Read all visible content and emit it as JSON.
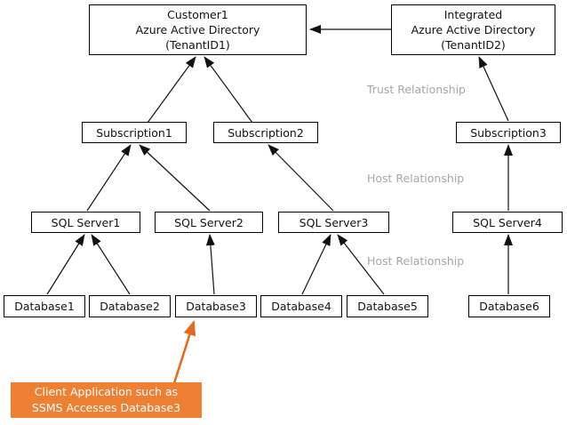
{
  "nodes": {
    "customer_aad": {
      "label": "Customer1\nAzure Active Directory\n(TenantID1)"
    },
    "integrated_aad": {
      "label": "Integrated\nAzure Active Directory\n(TenantID2)"
    },
    "subscription1": {
      "label": "Subscription1"
    },
    "subscription2": {
      "label": "Subscription2"
    },
    "subscription3": {
      "label": "Subscription3"
    },
    "sql_server1": {
      "label": "SQL Server1"
    },
    "sql_server2": {
      "label": "SQL Server2"
    },
    "sql_server3": {
      "label": "SQL Server3"
    },
    "sql_server4": {
      "label": "SQL Server4"
    },
    "database1": {
      "label": "Database1"
    },
    "database2": {
      "label": "Database2"
    },
    "database3": {
      "label": "Database3"
    },
    "database4": {
      "label": "Database4"
    },
    "database5": {
      "label": "Database5"
    },
    "database6": {
      "label": "Database6"
    },
    "client_note": {
      "label": "Client Application such as\nSSMS Accesses Database3"
    }
  },
  "relationship_labels": {
    "trust": "Trust Relationship",
    "host_upper": "Host Relationship",
    "host_lower": "Host Relationship"
  },
  "edges": [
    {
      "from": "Integrated Azure Active Directory (TenantID2)",
      "to": "Customer1 Azure Active Directory (TenantID1)",
      "type": "trust"
    },
    {
      "from": "Subscription1",
      "to": "Customer1 Azure Active Directory (TenantID1)",
      "type": "host"
    },
    {
      "from": "Subscription2",
      "to": "Customer1 Azure Active Directory (TenantID1)",
      "type": "host"
    },
    {
      "from": "Subscription3",
      "to": "Integrated Azure Active Directory (TenantID2)",
      "type": "host"
    },
    {
      "from": "SQL Server1",
      "to": "Subscription1",
      "type": "host"
    },
    {
      "from": "SQL Server2",
      "to": "Subscription1",
      "type": "host"
    },
    {
      "from": "SQL Server3",
      "to": "Subscription2",
      "type": "host"
    },
    {
      "from": "SQL Server4",
      "to": "Subscription3",
      "type": "host"
    },
    {
      "from": "Database1",
      "to": "SQL Server1",
      "type": "host"
    },
    {
      "from": "Database2",
      "to": "SQL Server1",
      "type": "host"
    },
    {
      "from": "Database3",
      "to": "SQL Server2",
      "type": "host"
    },
    {
      "from": "Database4",
      "to": "SQL Server3",
      "type": "host"
    },
    {
      "from": "Database5",
      "to": "SQL Server3",
      "type": "host"
    },
    {
      "from": "Database6",
      "to": "SQL Server4",
      "type": "host"
    },
    {
      "from": "Client Application note",
      "to": "Database3",
      "type": "access"
    }
  ],
  "colors": {
    "line": "#111111",
    "label_gray": "#a6a6a6",
    "note_fill": "#ED8033",
    "note_arrow": "#E06D1F",
    "note_text": "#ffffff"
  }
}
